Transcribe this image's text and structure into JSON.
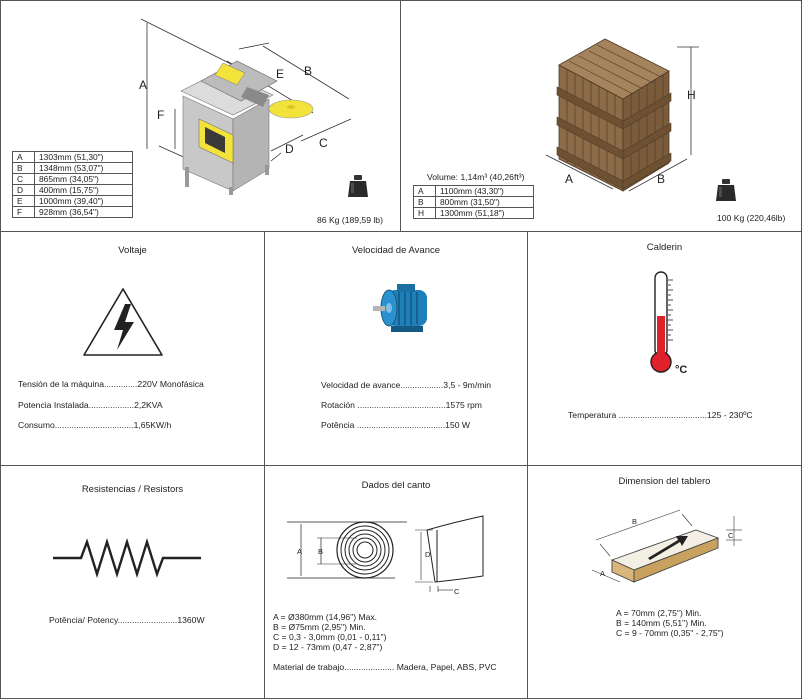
{
  "machine": {
    "dim_letters": [
      "A",
      "B",
      "C",
      "D",
      "E",
      "F"
    ],
    "dims": [
      {
        "key": "A",
        "value": "1303mm (51,30\")"
      },
      {
        "key": "B",
        "value": "1348mm (53,07\")"
      },
      {
        "key": "C",
        "value": "865mm (34,05\")"
      },
      {
        "key": "D",
        "value": "400mm (15,75\")"
      },
      {
        "key": "E",
        "value": "1000mm (39,40\")"
      },
      {
        "key": "F",
        "value": "928mm (36,54\")"
      }
    ],
    "weight": "86 Kg (189,59 lb)"
  },
  "crate": {
    "dim_letters": [
      "A",
      "B",
      "H"
    ],
    "volume": "Volume: 1,14m³ (40,26ft³)",
    "dims": [
      {
        "key": "A",
        "value": "1100mm (43,30\")"
      },
      {
        "key": "B",
        "value": "800mm (31,50\")"
      },
      {
        "key": "H",
        "value": "1300mm (51,18\")"
      }
    ],
    "weight": "100 Kg (220,46lb)"
  },
  "voltage": {
    "title": "Voltaje",
    "lines": [
      "Tensión de la máquina..............220V Monofásica",
      "Potencia Instalada...................2,2KVA",
      "Consumo.................................1,65KW/h"
    ]
  },
  "speed": {
    "title": "Velocidad de Avance",
    "lines": [
      "Velocidad de avance..................3,5 - 9m/min",
      "Rotación .....................................1575 rpm",
      "Potência .....................................150 W"
    ]
  },
  "heater": {
    "title": "Calderin",
    "unit": "°C",
    "lines": [
      "Temperatura .....................................125 - 230ºC"
    ]
  },
  "resistors": {
    "title": "Resistencias / Resistors",
    "lines": [
      "Potência/ Potency.........................1360W"
    ]
  },
  "edge": {
    "title": "Dados del canto",
    "dim_letters": [
      "A",
      "B",
      "D",
      "C"
    ],
    "lines": [
      "A = Ø380mm (14,96\") Max.",
      "B = Ø75mm (2,95\") Min.",
      "C = 0,3 - 3,0mm (0,01 - 0,11\")",
      "D = 12 - 73mm (0,47 - 2,87\")"
    ],
    "material": "Material de trabajo..................... Madera, Papel, ABS, PVC"
  },
  "board": {
    "title": "Dimension del tablero",
    "dim_letters": [
      "B",
      "C",
      "A"
    ],
    "lines": [
      "A = 70mm (2,75\") Min.",
      "B = 140mm (5,51\") Min.",
      "C = 9 - 70mm (0,35\" - 2,75\")"
    ]
  },
  "colors": {
    "border": "#555555",
    "machine_body": "#cfcfcf",
    "machine_yellow": "#f2e23a",
    "wood": "#8a6a47",
    "motor_blue": "#1f7fb8",
    "thermo_red": "#e0202a",
    "board_top": "#f3efe4",
    "board_edge": "#c9a15f"
  }
}
